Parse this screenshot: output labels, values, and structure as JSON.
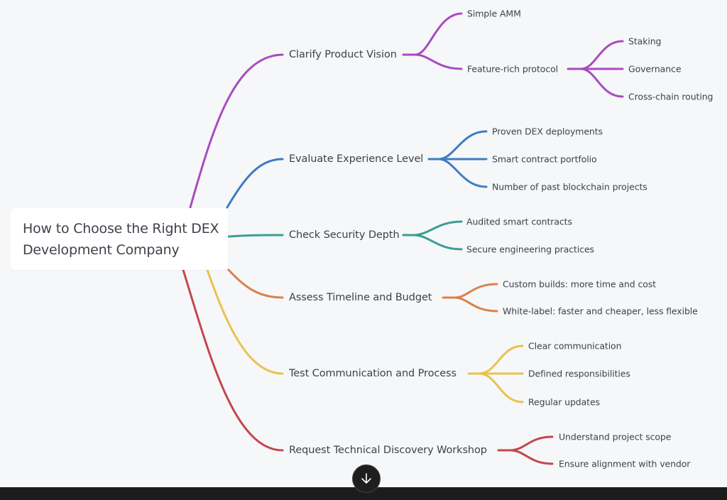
{
  "root": {
    "line1": "How to Choose the Right DEX",
    "line2": "Development Company"
  },
  "branches": [
    {
      "label": "Clarify Product Vision",
      "color": "#a94bbf",
      "children": [
        {
          "label": "Simple AMM"
        },
        {
          "label": "Feature-rich protocol",
          "children": [
            {
              "label": "Staking"
            },
            {
              "label": "Governance"
            },
            {
              "label": "Cross-chain routing"
            }
          ]
        }
      ]
    },
    {
      "label": "Evaluate Experience Level",
      "color": "#3f7cc0",
      "children": [
        {
          "label": "Proven DEX deployments"
        },
        {
          "label": "Smart contract portfolio"
        },
        {
          "label": "Number of past blockchain projects"
        }
      ]
    },
    {
      "label": "Check Security Depth",
      "color": "#3a9e95",
      "children": [
        {
          "label": "Audited smart contracts"
        },
        {
          "label": "Secure engineering practices"
        }
      ]
    },
    {
      "label": "Assess Timeline and Budget",
      "color": "#d9824a",
      "children": [
        {
          "label": "Custom builds: more time and cost"
        },
        {
          "label": "White-label: faster and cheaper, less flexible"
        }
      ]
    },
    {
      "label": "Test Communication and Process",
      "color": "#e8c34e",
      "children": [
        {
          "label": "Clear communication"
        },
        {
          "label": "Defined responsibilities"
        },
        {
          "label": "Regular updates"
        }
      ]
    },
    {
      "label": "Request Technical Discovery Workshop",
      "color": "#c2484f",
      "children": [
        {
          "label": "Understand project scope"
        },
        {
          "label": "Ensure alignment with vendor"
        }
      ]
    }
  ],
  "controls": {
    "scroll_down_icon": "arrow-down-icon"
  }
}
